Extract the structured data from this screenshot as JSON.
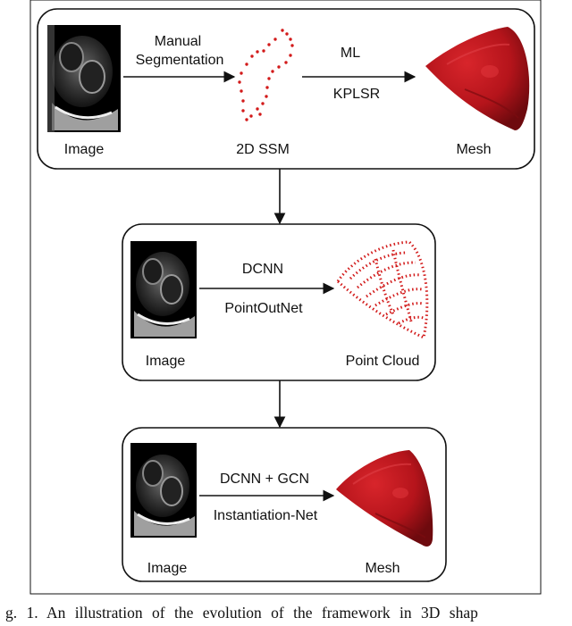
{
  "stage1": {
    "image_label": "Image",
    "arrow1_top": "Manual",
    "arrow1_bottom": "Segmentation",
    "ssm_label": "2D SSM",
    "arrow2_top": "ML",
    "arrow2_bottom": "KPLSR",
    "mesh_label": "Mesh"
  },
  "stage2": {
    "image_label": "Image",
    "arrow_top": "DCNN",
    "arrow_bottom": "PointOutNet",
    "output_label": "Point Cloud"
  },
  "stage3": {
    "image_label": "Image",
    "arrow_top": "DCNN + GCN",
    "arrow_bottom": "Instantiation-Net",
    "output_label": "Mesh"
  },
  "caption": "g. 1.   An illustration of the evolution of the framework in 3D shap",
  "colors": {
    "mesh_red": "#b5141b",
    "point_red": "#d21a1a",
    "outline": "#111111"
  }
}
